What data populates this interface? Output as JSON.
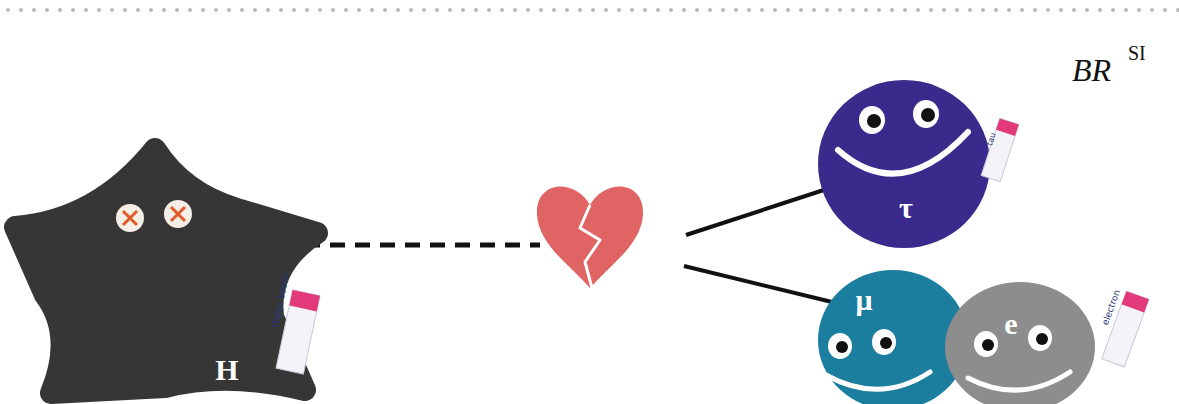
{
  "diagram": {
    "nodes": [
      {
        "text": [
          "H"
        ]
      },
      {
        "text": [
          "τ"
        ]
      },
      {
        "text": [
          "μ"
        ]
      },
      {
        "text": [
          "e"
        ]
      }
    ],
    "labels": [
      "BR",
      "SI",
      "Higgs boson",
      "tau",
      "electron"
    ]
  }
}
